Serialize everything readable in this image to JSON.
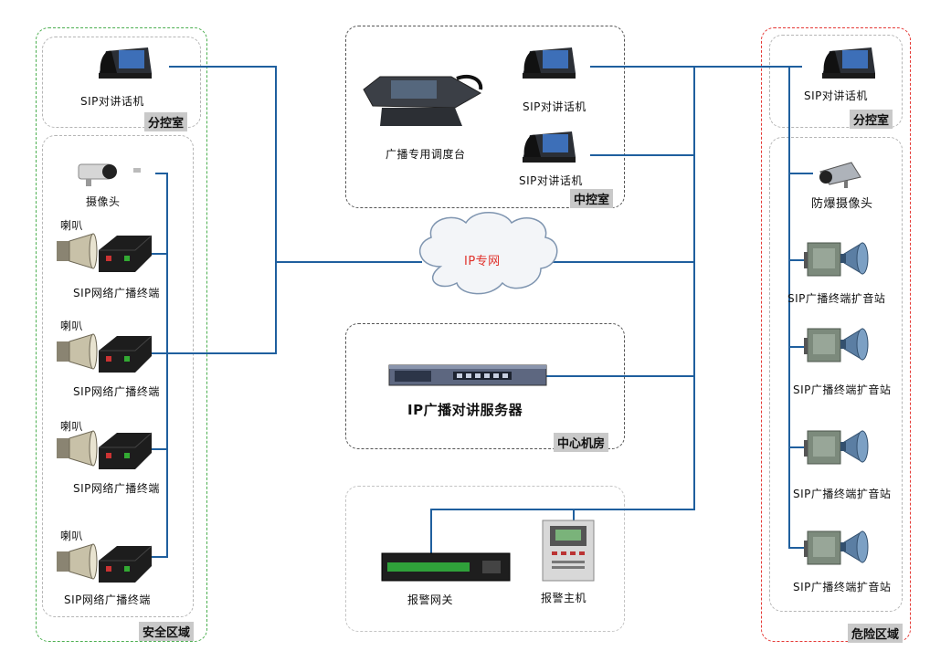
{
  "zones": {
    "safe_area": "安全区域",
    "danger_area": "危险区域",
    "center_control": "中控室",
    "server_room": "中心机房",
    "branch_left": "分控室",
    "branch_right": "分控室"
  },
  "network": {
    "ip_network": "IP专网"
  },
  "devices": {
    "sip_phone_left": "SIP对讲话机",
    "camera_left": "摄像头",
    "speaker": "喇叭",
    "terminal": "SIP网络广播终端",
    "console": "广播专用调度台",
    "sip_phone_center_1": "SIP对讲话机",
    "sip_phone_center_2": "SIP对讲话机",
    "server": "IP广播对讲服务器",
    "alarm_gateway": "报警网关",
    "alarm_host": "报警主机",
    "sip_phone_right": "SIP对讲话机",
    "explosion_camera": "防爆摄像头",
    "amp_station": "SIP广播终端扩音站"
  },
  "colors": {
    "wire": "#1f5f9e",
    "safe": "#4caf50",
    "danger": "#e53935",
    "cloud_text": "#e0312b"
  }
}
